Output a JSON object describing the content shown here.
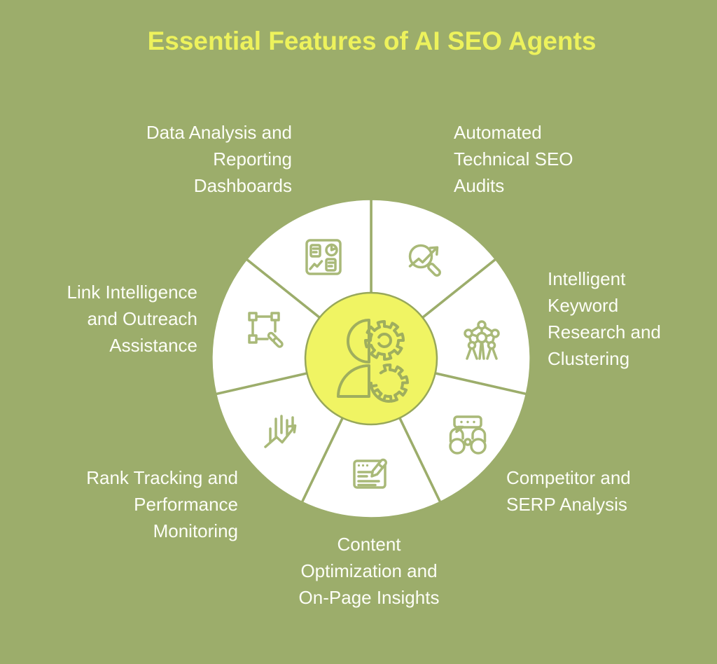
{
  "title": "Essential Features of AI SEO Agents",
  "colors": {
    "background": "#9cad6b",
    "accent_yellow": "#edf25c",
    "center_fill": "#f0f463",
    "wheel_fill": "#ffffff",
    "segment_icon_stroke": "#a9b978",
    "center_icon_stroke": "#9fae5e",
    "label_text": "#fdfef7"
  },
  "wheel": {
    "center_icon": "human-ai-gears-icon",
    "segments": [
      {
        "label": "Automated\nTechnical SEO\nAudits",
        "icon": "audit-magnifier-icon"
      },
      {
        "label": "Intelligent\nKeyword\nResearch and\nClustering",
        "icon": "keyword-cluster-icon"
      },
      {
        "label": "Competitor and\nSERP Analysis",
        "icon": "binoculars-speech-icon"
      },
      {
        "label": "Content\nOptimization and\nOn-Page Insights",
        "icon": "content-edit-icon"
      },
      {
        "label": "Rank Tracking and\nPerformance\nMonitoring",
        "icon": "rank-trend-icon"
      },
      {
        "label": "Link Intelligence\nand Outreach\nAssistance",
        "icon": "link-selection-icon"
      },
      {
        "label": "Data Analysis and\nReporting\nDashboards",
        "icon": "dashboard-icon"
      }
    ]
  }
}
